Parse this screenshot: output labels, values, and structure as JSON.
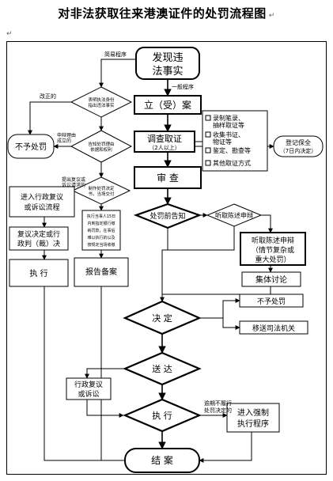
{
  "page": {
    "title": "对非法获取往来港澳证件的处罚流程图",
    "return_mark": "↵",
    "para_mark": "↵"
  },
  "nodes": {
    "discover": {
      "lines": [
        "发现违",
        "法事实"
      ]
    },
    "register": {
      "lines": [
        "立（受）案"
      ]
    },
    "investigate": {
      "lines": [
        "调查取证",
        "（2人以上）"
      ]
    },
    "review": {
      "lines": [
        "审  查"
      ]
    },
    "pre_notice": {
      "lines": [
        "处罚前告知"
      ]
    },
    "hear_statement": {
      "lines": [
        "听取陈述申辩"
      ]
    },
    "hearing": {
      "lines": [
        "听取陈述申辩",
        "（情节复杂或",
        "重大处罚）"
      ]
    },
    "group_discussion": {
      "lines": [
        "集体讨论"
      ]
    },
    "decide": {
      "lines": [
        "决  定"
      ]
    },
    "no_penalty_right": {
      "lines": [
        "不予处罚"
      ]
    },
    "transfer_judicial": {
      "lines": [
        "移送司法机关"
      ]
    },
    "serve": {
      "lines": [
        "送  达"
      ]
    },
    "admin_review_bottom": {
      "lines": [
        "行政复议",
        "或诉讼"
      ]
    },
    "execute_bottom": {
      "lines": [
        "执  行"
      ]
    },
    "forced_execution": {
      "lines": [
        "进入强制",
        "执行程序"
      ]
    },
    "end": {
      "lines": [
        "结  案"
      ]
    },
    "show_id": {
      "lines": [
        "表明执法身份",
        "指出违法事实"
      ]
    },
    "tell_rights": {
      "lines": [
        "告知处罚理由",
        "依据和权利"
      ]
    },
    "make_decision": {
      "lines": [
        "制作处罚决定",
        "书，当场交付"
      ]
    },
    "no_penalty_left": {
      "lines": [
        "不予处罚"
      ]
    },
    "enter_review": {
      "lines": [
        "进入行政复议",
        "或诉讼流程"
      ]
    },
    "review_result": {
      "lines": [
        "复议决定或行",
        "政判（裁）决"
      ]
    },
    "execute_left": {
      "lines": [
        "执  行"
      ]
    },
    "on_site_pay": {
      "lines": [
        "执行当事人15日",
        "内到指定银行缴",
        "纳罚款，在事后",
        "难以执行的以及",
        "按规定当场收缴"
      ]
    },
    "report_file": {
      "lines": [
        "报告备案"
      ]
    }
  },
  "evidence_methods": [
    {
      "label": "录制笔录、",
      "label2": "抽样取证等"
    },
    {
      "label": "收集书证、",
      "label2": "物证等"
    },
    {
      "label": "鉴定、勘查等",
      "label2": ""
    },
    {
      "label": "其他取证方式",
      "label2": ""
    }
  ],
  "registration_note": {
    "lines": [
      "登记保全",
      "（7日内决定）"
    ]
  },
  "edge_labels": {
    "simple_procedure": "简易程序",
    "general_procedure": "一般程序",
    "corrected": "改正的",
    "defense_valid": [
      "申辩理由",
      "成立的"
    ],
    "raise_review": [
      "提出复议或",
      "诉讼请求的"
    ],
    "overdue": [
      "逾期不履行",
      "处罚决定的"
    ]
  }
}
